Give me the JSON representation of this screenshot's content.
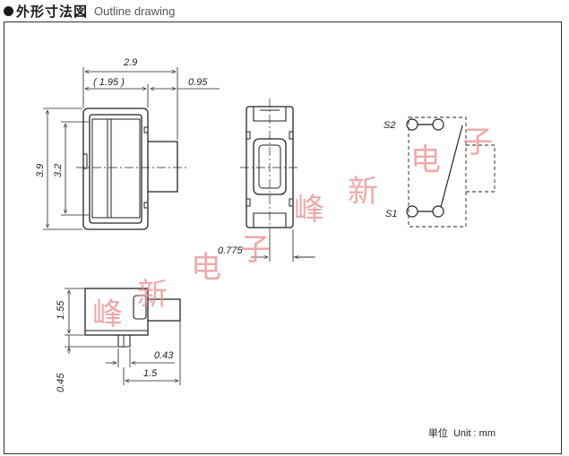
{
  "header": {
    "title_ja": "外形寸法図",
    "title_en": "Outline drawing"
  },
  "dimensions": {
    "width_total": "2.9",
    "width_body": "( 1.95 )",
    "width_actuator": "0.95",
    "height_total": "3.9",
    "height_body": "3.2",
    "actuator_offset": "0.775",
    "side_height": "1.55",
    "terminal_height": "0.45",
    "terminal_width": "0.43",
    "side_length": "1.5"
  },
  "schematic": {
    "s2_label": "S2",
    "s1_label": "S1"
  },
  "unit_note": {
    "label_ja": "単位",
    "label_en": "Unit : mm"
  },
  "watermark": {
    "chars": [
      "峰",
      "新",
      "电",
      "子"
    ]
  },
  "colors": {
    "line": "#222222",
    "watermark": "#e98c8c"
  }
}
